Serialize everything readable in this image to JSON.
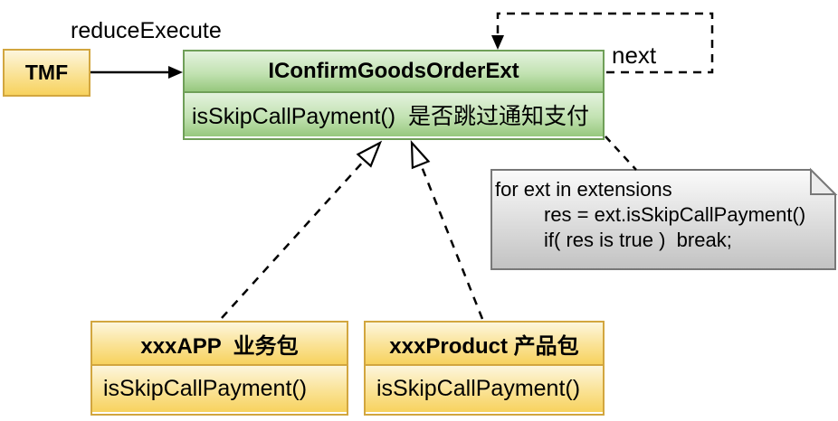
{
  "diagram": {
    "labels": {
      "reduce_execute": "reduceExecute",
      "next": "next"
    },
    "tmf": {
      "title": "TMF"
    },
    "interface_box": {
      "title": "IConfirmGoodsOrderExt",
      "method": "isSkipCallPayment()  是否跳过通知支付"
    },
    "note": {
      "lines": [
        "for ext in extensions",
        "res = ext.isSkipCallPayment()",
        "if( res is true )  break;"
      ]
    },
    "impl_boxes": [
      {
        "title": "xxxAPP  业务包",
        "method": "isSkipCallPayment()"
      },
      {
        "title": "xxxProduct 产品包",
        "method": "isSkipCallPayment()"
      }
    ],
    "colors": {
      "yellow_fill_top": "#fdf6dd",
      "yellow_fill_bottom": "#f7d25e",
      "yellow_border": "#d2a63f",
      "green_fill_top": "#e4f2de",
      "green_fill_bottom": "#97c87e",
      "green_border": "#6f9f58",
      "note_fill_top": "#fbfbfb",
      "note_fill_bottom": "#c2c2c2",
      "note_border": "#787878",
      "line": "#000000"
    }
  }
}
